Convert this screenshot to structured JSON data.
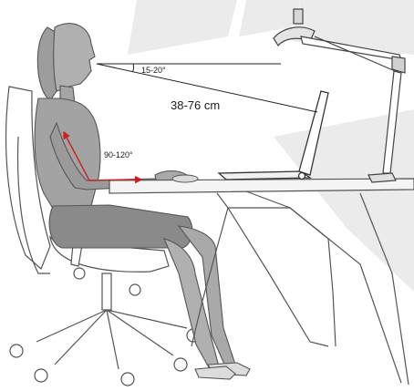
{
  "labels": {
    "eye_angle": "15-20°",
    "viewing_distance": "38-76 cm",
    "elbow_angle": "90-120°"
  },
  "colors": {
    "background": "#ffffff",
    "shadow": "#e6e6e6",
    "outline": "#555555",
    "body_fill": "#a9a9a9",
    "body_dark": "#8a8a8a",
    "arrow_accent": "#cc1f1f"
  }
}
